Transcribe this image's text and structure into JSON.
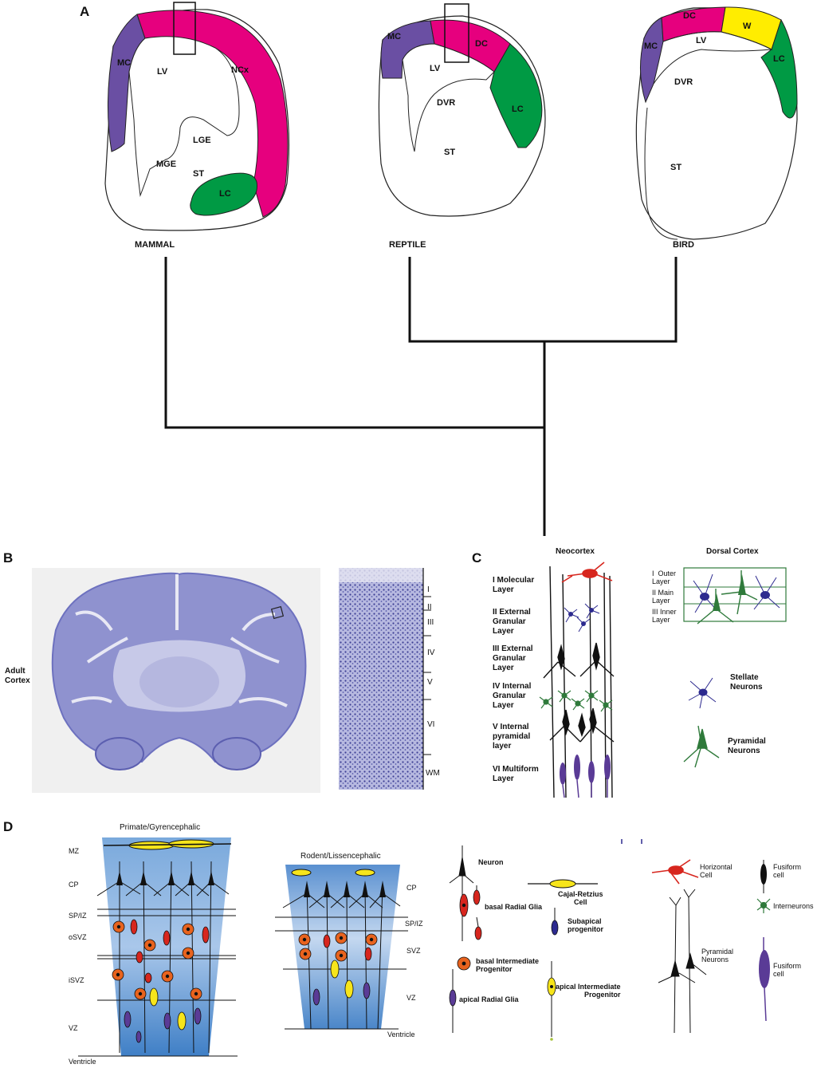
{
  "panels": {
    "a": "A",
    "b": "B",
    "c": "C",
    "d": "D"
  },
  "mammal": {
    "name": "MAMMAL",
    "mc": "MC",
    "ncx": "NCx",
    "lv": "LV",
    "lge": "LGE",
    "mge": "MGE",
    "st": "ST",
    "lc": "LC"
  },
  "reptile": {
    "name": "REPTILE",
    "mc": "MC",
    "dc": "DC",
    "lv": "LV",
    "lc": "LC",
    "dvr": "DVR",
    "st": "ST"
  },
  "bird": {
    "name": "BIRD",
    "dc": "DC",
    "w": "W",
    "mc": "MC",
    "lv": "LV",
    "lc": "LC",
    "dvr": "DVR",
    "st": "ST"
  },
  "colors": {
    "mc": "#6a4fa3",
    "ncx": "#e6007e",
    "dc": "#e6007e",
    "w": "#ffed00",
    "lc": "#009a44",
    "nissl": "#5b5fb0",
    "glia_red": "#d7261e",
    "ipc_orange": "#e8631e",
    "yellow": "#f7e51b",
    "purple": "#5a3b96",
    "green": "#2f7a3b"
  },
  "b": {
    "adult_cortex": "Adult\nCortex",
    "layers": [
      "I",
      "II",
      "III",
      "IV",
      "V",
      "VI",
      "WM"
    ]
  },
  "c": {
    "neocortex": "Neocortex",
    "dorsal_cortex": "Dorsal Cortex",
    "neo_layers": [
      "I Molecular\nLayer",
      "II External\nGranular\nLayer",
      "III External\nGranular\nLayer",
      "IV Internal\nGranular\nLayer",
      "V Internal\npyramidal\nlayer",
      "VI Multiform\nLayer"
    ],
    "dorsal_layers": [
      "I  Outer\nLayer",
      "II Main\nLayer",
      "III Inner\nLayer"
    ],
    "stellate": "Stellate\nNeurons",
    "pyramidal": "Pyramidal\nNeurons"
  },
  "d": {
    "primate_title": "Primate/Gyrencephalic",
    "rodent_title": "Rodent/Lissencephalic",
    "primate_zones": [
      "MZ",
      "CP",
      "SP/IZ",
      "oSVZ",
      "iSVZ",
      "VZ",
      "Ventricle"
    ],
    "rodent_zones": [
      "CP",
      "SP/IZ",
      "SVZ",
      "VZ",
      "Ventricle"
    ],
    "legend": {
      "neuron": "Neuron",
      "basal_rg": "basal Radial Glia",
      "cajal": "Cajal-Retzius\nCell",
      "subapical": "Subapical\nprogenitor",
      "basal_ip": "basal Intermediate\nProgenitor",
      "apical_ip": "apical Intermediate\nProgenitor",
      "apical_rg": "apical Radial Glia",
      "horizontal": "Horizontal\nCell",
      "fusiform1": "Fusiform\ncell",
      "interneurons": "Interneurons",
      "pyramidal": "Pyramidal\nNeurons",
      "fusiform2": "Fusiform\ncell"
    }
  }
}
